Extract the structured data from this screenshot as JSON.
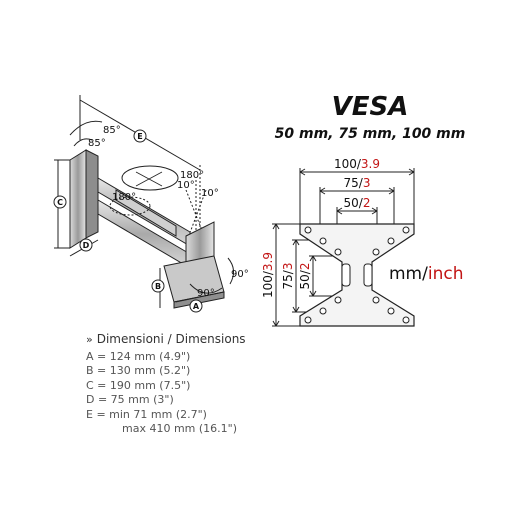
{
  "vesa": {
    "title": "VESA",
    "subtitle": "50 mm, 75 mm, 100 mm",
    "unit_mm": "mm",
    "unit_sep": "/",
    "unit_inch": "inch",
    "horizontal": [
      {
        "mm": "100",
        "inch": "3.9"
      },
      {
        "mm": "75",
        "inch": "3"
      },
      {
        "mm": "50",
        "inch": "2"
      }
    ],
    "vertical": [
      {
        "mm": "100",
        "inch": "3.9"
      },
      {
        "mm": "75",
        "inch": "3"
      },
      {
        "mm": "50",
        "inch": "2"
      }
    ]
  },
  "dimensions": {
    "heading": "Dimensioni / Dimensions",
    "arrow": "»",
    "rows": [
      "A = 124 mm (4.9\")",
      "B = 130 mm (5.2\")",
      "C = 190 mm (7.5\")",
      "D = 75 mm (3\")",
      "E = min 71 mm (2.7\")"
    ],
    "row_extra": "max 410 mm (16.1\")"
  },
  "bracket": {
    "letters": [
      "A",
      "B",
      "C",
      "D",
      "E"
    ],
    "angles": [
      "85°",
      "85°",
      "180°",
      "180°",
      "10°",
      "10°",
      "90°",
      "90°"
    ]
  },
  "colors": {
    "accent_red": "#c21414",
    "line": "#222222",
    "metal": "#b9b9b9"
  }
}
